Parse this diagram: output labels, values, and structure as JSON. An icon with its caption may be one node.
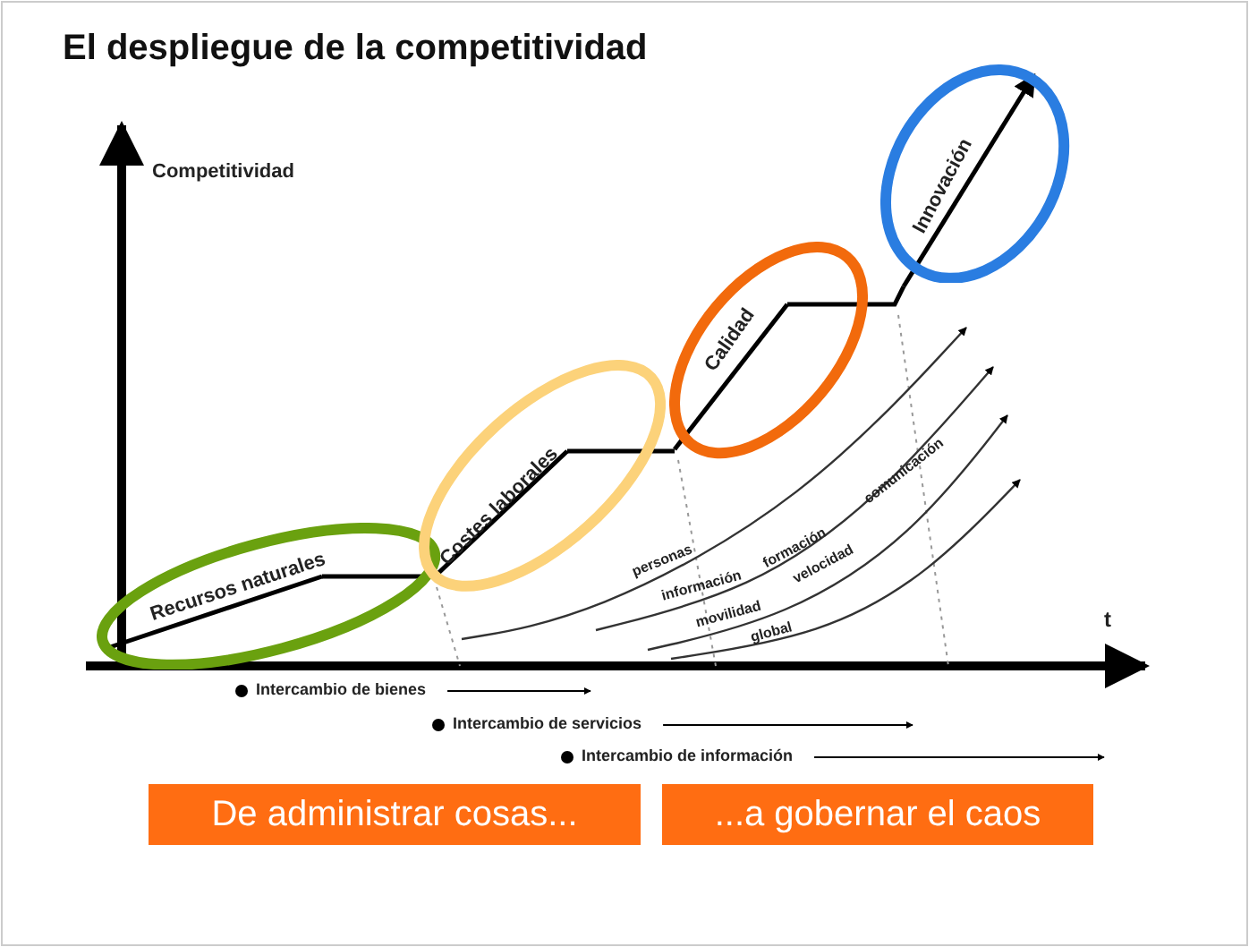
{
  "diagram": {
    "title": "El despliegue de la competitividad",
    "nodes": [
      {
        "text": [
          "Recursos naturales"
        ]
      },
      {
        "text": [
          "Costes laborales"
        ]
      },
      {
        "text": [
          "Calidad"
        ]
      },
      {
        "text": [
          "Innovación"
        ]
      },
      {
        "text": [
          "De administrar cosas..."
        ]
      },
      {
        "text": [
          "...a gobernar el caos"
        ]
      }
    ],
    "edges": [
      {
        "from": 0,
        "to": 1,
        "arrow": "none"
      },
      {
        "from": 1,
        "to": 2,
        "arrow": "none"
      },
      {
        "from": 2,
        "to": 3,
        "arrow": "none"
      }
    ],
    "labels": [
      "Competitividad",
      "t",
      "personas",
      "información",
      "formación",
      "comunicación",
      "movilidad",
      "velocidad",
      "global",
      "Intercambio de bienes",
      "Intercambio de servicios",
      "Intercambio de información"
    ]
  }
}
